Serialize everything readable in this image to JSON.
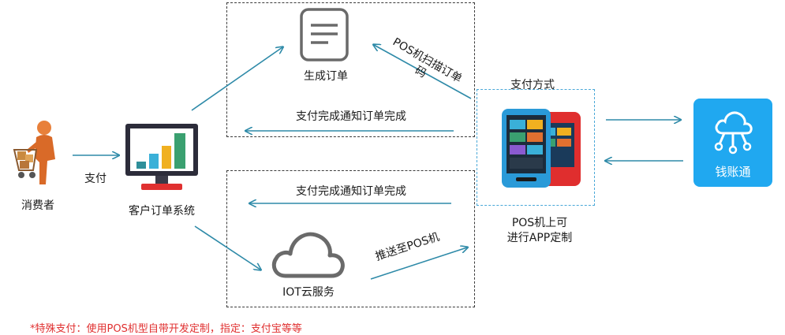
{
  "nodes": {
    "consumer": "消费者",
    "order_system": "客户订单系统",
    "generate_order": "生成订单",
    "iot_cloud": "IOT云服务",
    "pos_caption_line1": "POS机上可",
    "pos_caption_line2": "进行APP定制",
    "qianzhangtong": "钱账通"
  },
  "edges": {
    "pay": "支付",
    "pos_scan": "POS机扫描订单码",
    "pay_complete_top": "支付完成通知订单完成",
    "pay_complete_bottom": "支付完成通知订单完成",
    "push_to_pos": "推送至POS机",
    "payment_method": "支付方式"
  },
  "colors": {
    "arrow": "#2e8aa8",
    "dashed_border": "#3a3a3a",
    "pos_border": "#4aa8d8",
    "qianzhangtong_bg": "#20a8f0",
    "note_red": "#e03030"
  },
  "footer": {
    "note": "*特殊支付：使用POS机型自带开发定制，指定：支付宝等等"
  }
}
